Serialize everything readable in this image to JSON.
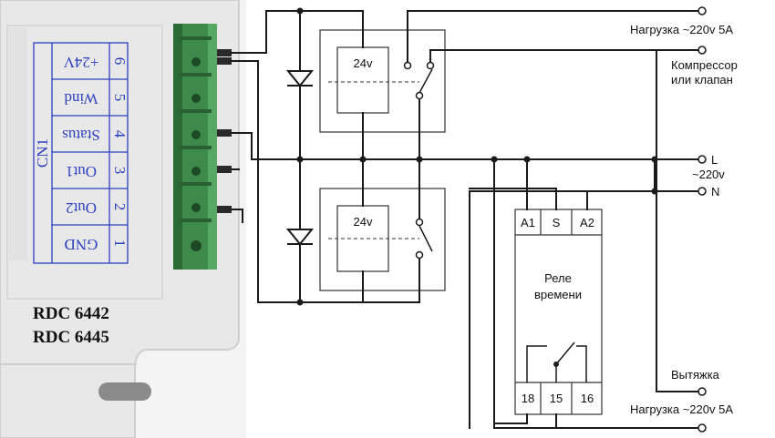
{
  "device": {
    "models": [
      "RDC 6442",
      "RDC 6445"
    ],
    "connector_name": "CN1",
    "pins": [
      {
        "number": "6",
        "label": "+24V"
      },
      {
        "number": "5",
        "label": "Wind"
      },
      {
        "number": "4",
        "label": "Status"
      },
      {
        "number": "3",
        "label": "Out1"
      },
      {
        "number": "2",
        "label": "Out2"
      },
      {
        "number": "1",
        "label": "GND"
      }
    ]
  },
  "relays": [
    {
      "coil_label": "24v"
    },
    {
      "coil_label": "24v"
    }
  ],
  "timer_relay": {
    "title_line1": "Реле",
    "title_line2": "времени",
    "top_terminals": [
      "A1",
      "S",
      "A2"
    ],
    "bottom_terminals": [
      "18",
      "15",
      "16"
    ]
  },
  "outputs": {
    "load_top": "Нагрузка ~220v 5A",
    "compressor_line1": "Компрессор",
    "compressor_line2": "или клапан",
    "line_L": "L",
    "supply_voltage": "~220v",
    "line_N": "N",
    "exhaust": "Вытяжка",
    "load_bottom": "Нагрузка ~220v 5A"
  },
  "colors": {
    "connector_green": "#3d8a4a",
    "label_blue": "#2b3fbf",
    "device_gray": "#e6e6e6"
  }
}
